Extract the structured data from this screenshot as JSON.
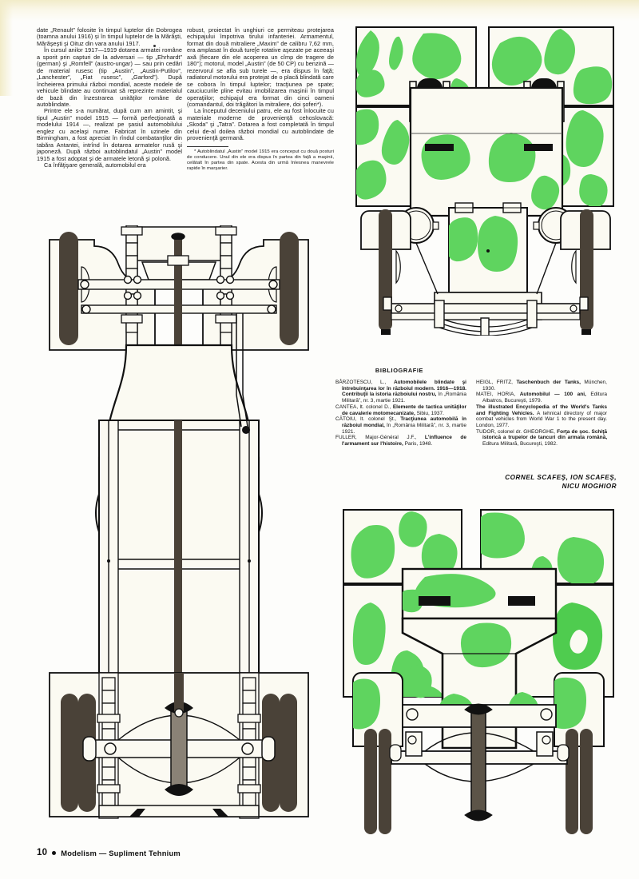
{
  "page": {
    "number": "10",
    "publication": "Modelism — Supliment Tehnium",
    "separator_dot": "●"
  },
  "colors": {
    "camouflage_green": "#5fd45f",
    "camouflage_green_dark": "#3cbb3c",
    "tire_dark": "#4a4238",
    "body_cream": "#fbfaf2",
    "ink": "#111111",
    "paper": "#fdfdfb"
  },
  "article": {
    "column_left": [
      "date „Renault” folosite în timpul luptelor din Dobrogea (toamna anului 1916) și în timpul luptelor de la Mărăşti, Mărăşeşti şi Oituz din vara anului 1917.",
      "În cursul anilor 1917—1919 dotarea armatei române a sporit prin capturi de la adversari — tip „Ehrhardt” (german) şi „Romfell” (austro-ungar) — sau prin cedări de material rusesc (tip „Austin”, „Austin-Putilov”, „Lanchester”, „Fiat rusesc”, „Garford”). După încheierea primului război mondial, aceste modele de vehicule blindate au continuat să reprezinte materialul de bază din înzestrarea unităţilor române de autoblindate.",
      "Printre ele s-a numărat, după cum am amintit, şi tipul „Austin” model 1915 — formă perfecţionată a modelului 1914 —, realizat pe şasiul automobilului englez cu acelaşi nume. Fabricat în uzinele din Birmingham, a fost apreciat în rîndul combatanţilor din tabăra Antantei, intrînd în dotarea armatelor rusă şi japoneză. După război autoblindatul „Austin” model 1915 a fost adoptat şi de armatele letonă şi polonă.",
      "Ca înfăţişare generală, automobilul era"
    ],
    "column_right": [
      "robust, proiectat în unghiuri ce permiteau protejarea echipajului împotriva tirului infanteriei. Armamentul, format din două mitraliere „Maxim” de calibru 7,62 mm, era amplasat în două ture[e rotative aşezate pe aceeaşi axă (fiecare din ele acoperea un cîmp de tragere de 180°); motorul, model „Austin” (de 50 CP) cu benzină — rezervorul se afla sub turele —, era dispus în faţă; radiatorul motorului era protejat de o placă blindată care se cobora în timpul luptelor; tracţiunea pe spate; cauciucurile pline evitau imobilizarea maşinii în timpul operaţiilor; echipajul era format din cinci oameni (comandantul, doi trăgători la mitraliere, doi şoferi*).",
      "La începutul deceniului patru, ele au fost înlocuite cu materiale moderne de provenienţă cehoslovacă: „Skoda” şi „Tatra”. Dotarea a fost completată în timpul celui de-al doilea război mondial cu autoblindate de provenienţă germană."
    ],
    "footnote": "* Autoblindatul „Austin” model 1915 era conceput cu două posturi de conducere. Unul din ele era dispus în partea din faţă a maşinii, celătalt în partea din spate. Acesta din urmă înlesnea manevrele rapide în marşarier."
  },
  "bibliography": {
    "title": "BIBLIOGRAFIE",
    "left_entries": [
      "BÂRZOTESCU, L., <b>Automobilele blindate şi întrebuinţarea lor în războiul modern. 1916—1918. Contribuţii la istoria războiului nostru,</b> în „România Militară”, nr. 3, martie 1921.",
      "CANTEA, lt. colonel D., <b>Elemente de tactica unităţilor de cavalerie motomecanizate,</b> Sibiu, 1937.",
      "CĂTOIU, lt. colonel Şt., <b>Tracţiunea automobilă în războiul mondial,</b> în „România Militară”, nr. 3, martie 1921.",
      "FULLER, Major-Général J.F., <b>L'influence de l'armament sur l'histoire,</b> Paris, 1948."
    ],
    "right_entries": [
      "HEIGL, FRITZ, <b>Taschenbuch der Tanks,</b> München, 1930.",
      "MATEI, HORIA, <b>Automobilul — 100 ani,</b> Editura Albatros, Bucureşti, 1979.",
      "<b>The illustrated Encyclopedia of the World's Tanks and Fighting Vehicles.</b> A tehnical directory of major combat vehicles from World War 1 to the present day. London, 1977.",
      "TUDOR, colonel dr. GHEORGHE, <b>Forţa de şoc. Schiţă istorică a trupelor de tancuri din armata română,</b> Editura Militară, Bucureşti, 1982."
    ],
    "authors_line_1": "CORNEL SCAFEŞ, ION SCAFEŞ,",
    "authors_line_2": "NICU MOGHIOR"
  },
  "figures": [
    {
      "id": "chassis-plan-view",
      "name": "Austin model 1915 chassis — plan view",
      "description": "Technical line drawing of the armored car chassis seen from above, showing front and rear axles, solid tires, leaf springs, steering linkage and the central drive shaft."
    },
    {
      "id": "front-view-camouflage",
      "name": "Austin model 1915 — front view",
      "description": "Front elevation of the armored car with two rotating machine-gun turrets, armored radiator plate, headlamps, front axle with leaf spring and solid tires, painted in green blotch camouflage."
    },
    {
      "id": "rear-view-camouflage",
      "name": "Austin model 1915 — rear view",
      "description": "Rear elevation of the armored car showing the angled rear hull plates, two vision slits, rear axle with differential, twin rear wheels and green blotch camouflage."
    }
  ]
}
